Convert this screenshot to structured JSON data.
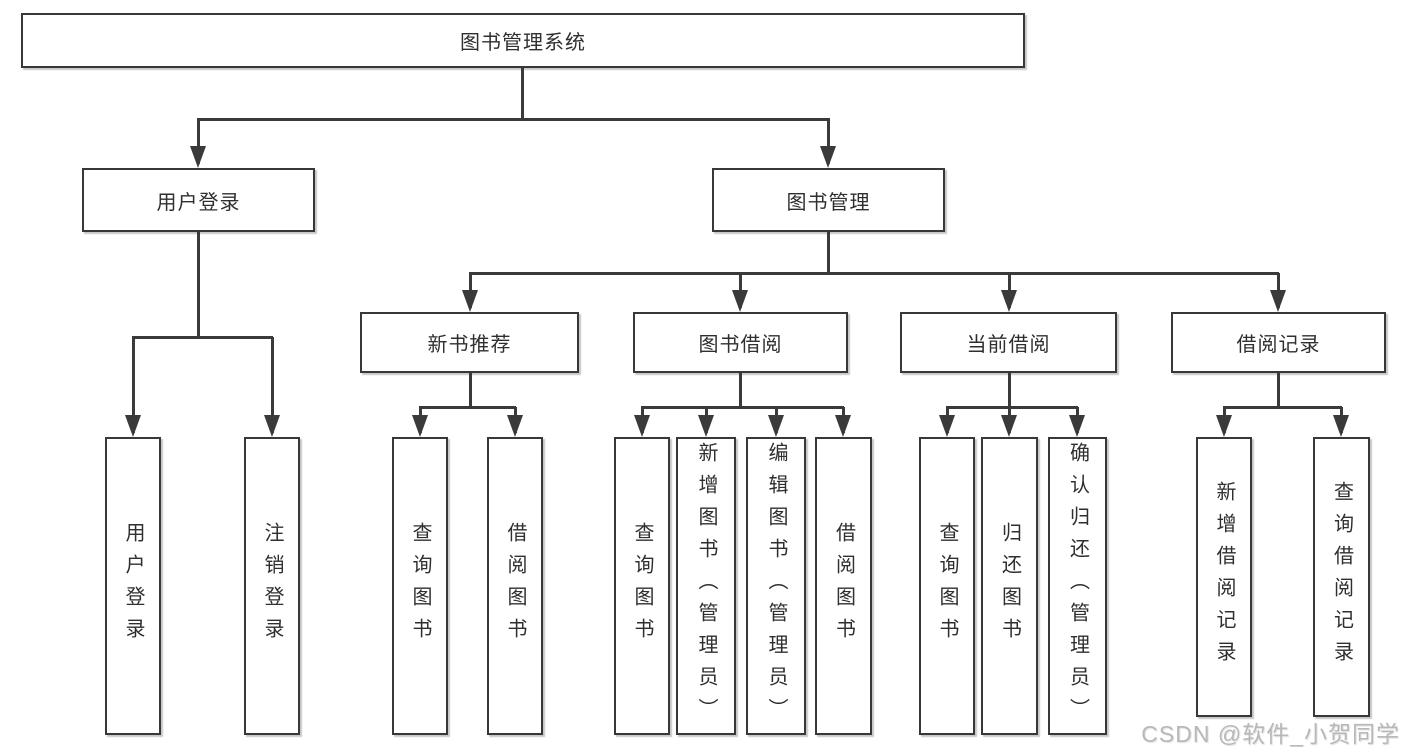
{
  "diagram": {
    "root": {
      "label": "图书管理系统"
    },
    "level2": [
      {
        "label": "用户登录"
      },
      {
        "label": "图书管理"
      }
    ],
    "level3": [
      {
        "label": "新书推荐"
      },
      {
        "label": "图书借阅"
      },
      {
        "label": "当前借阅"
      },
      {
        "label": "借阅记录"
      }
    ],
    "leaves": {
      "user_login": [
        {
          "label": "用户登录"
        },
        {
          "label": "注销登录"
        }
      ],
      "new_book_rec": [
        {
          "label": "查询图书"
        },
        {
          "label": "借阅图书"
        }
      ],
      "book_borrow": [
        {
          "label": "查询图书"
        },
        {
          "label": "新增图书（管理员）"
        },
        {
          "label": "编辑图书（管理员）"
        },
        {
          "label": "借阅图书"
        }
      ],
      "current_borrow": [
        {
          "label": "查询图书"
        },
        {
          "label": "归还图书"
        },
        {
          "label": "确认归还（管理员）"
        }
      ],
      "borrow_records": [
        {
          "label": "新增借阅记录"
        },
        {
          "label": "查询借阅记录"
        }
      ]
    }
  },
  "watermark": {
    "text": "CSDN @软件_小贺同学"
  },
  "colors": {
    "line": "#3a3a3a",
    "box_border": "#383838",
    "text": "#2f2f2f",
    "watermark": "#b8b8b8",
    "background": "#ffffff"
  }
}
